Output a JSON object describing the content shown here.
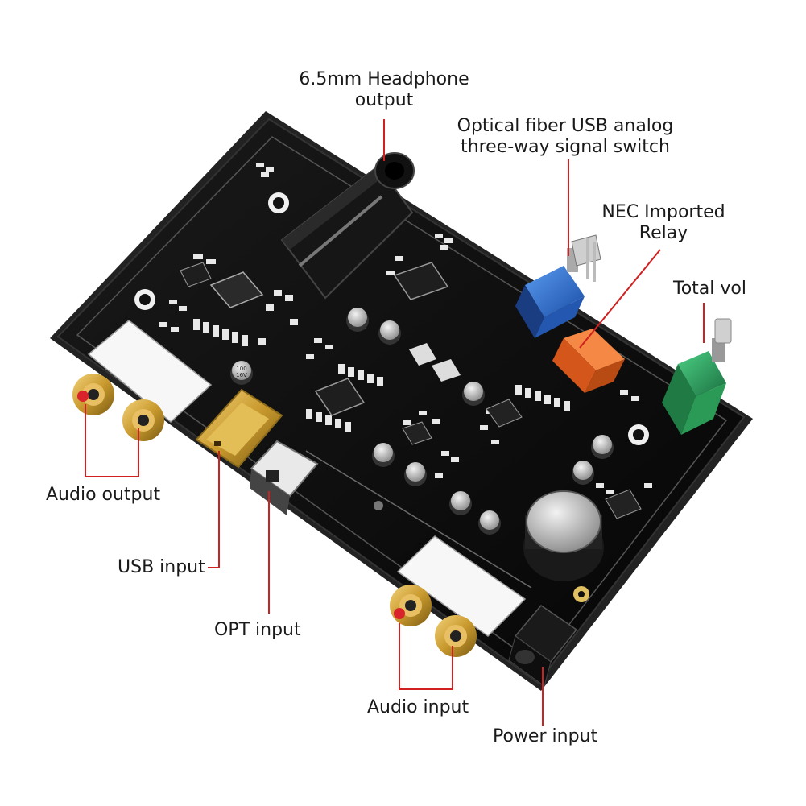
{
  "labels": {
    "headphone": {
      "line1": "6.5mm Headphone",
      "line2": "output"
    },
    "switch": {
      "line1": "Optical fiber USB analog",
      "line2": "three-way signal switch"
    },
    "relay": {
      "line1": "NEC Imported",
      "line2": "Relay"
    },
    "total_vol": "Total vol",
    "audio_output": "Audio output",
    "usb_input": "USB input",
    "opt_input": "OPT input",
    "audio_input": "Audio input",
    "power_input": "Power input"
  },
  "colors": {
    "board": "#0c0c0c",
    "board_edge": "#2a2a2a",
    "silkscreen": "#d8d8d8",
    "gold": "#c99a2e",
    "leader_line": "#d02020",
    "switch_blue": "#2f6fd0",
    "relay_orange": "#ee6a1c",
    "pot_green": "#2e9a5a",
    "rca_white": "#f4f4f4",
    "rca_red": "#d8242a"
  },
  "cap_print": [
    "100",
    "16V"
  ]
}
